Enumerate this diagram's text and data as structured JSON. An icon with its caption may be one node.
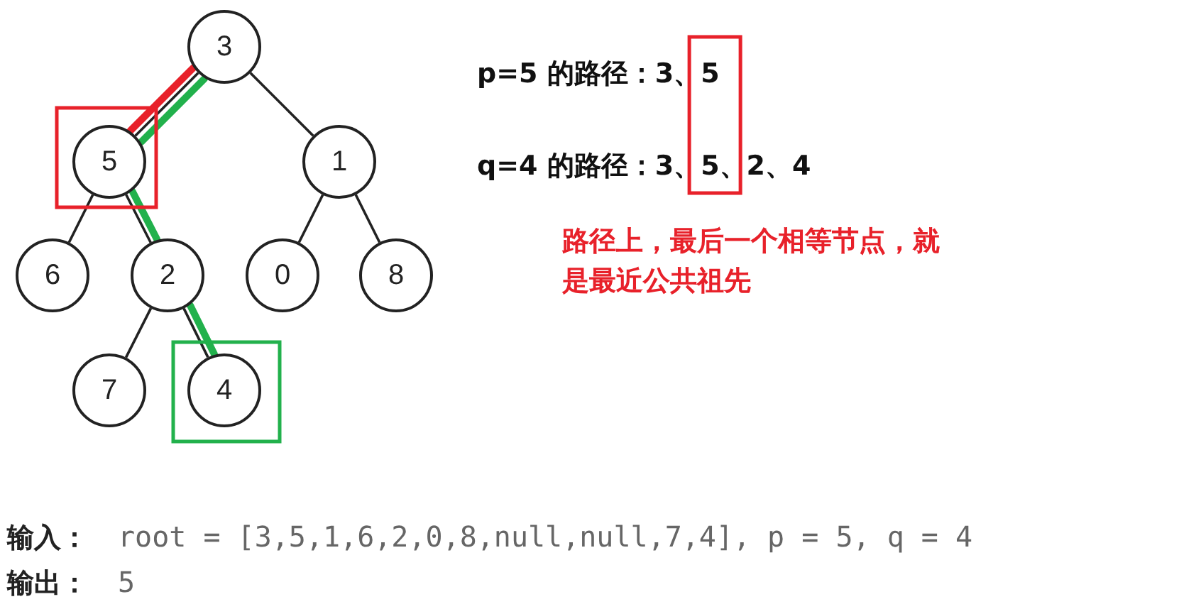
{
  "diagram": {
    "nodes": [
      {
        "text": [
          "3"
        ]
      },
      {
        "text": [
          "5"
        ]
      },
      {
        "text": [
          "1"
        ]
      },
      {
        "text": [
          "6"
        ]
      },
      {
        "text": [
          "2"
        ]
      },
      {
        "text": [
          "0"
        ]
      },
      {
        "text": [
          "8"
        ]
      },
      {
        "text": [
          "7"
        ]
      },
      {
        "text": [
          "4"
        ]
      }
    ],
    "edges": [
      {
        "from": 0,
        "to": 1,
        "arrow": "none"
      },
      {
        "from": 0,
        "to": 2,
        "arrow": "none"
      },
      {
        "from": 1,
        "to": 3,
        "arrow": "none"
      },
      {
        "from": 1,
        "to": 4,
        "arrow": "none"
      },
      {
        "from": 2,
        "to": 5,
        "arrow": "none"
      },
      {
        "from": 2,
        "to": 6,
        "arrow": "none"
      },
      {
        "from": 4,
        "to": 7,
        "arrow": "none"
      },
      {
        "from": 4,
        "to": 8,
        "arrow": "none"
      },
      {
        "from": 0,
        "to": 1,
        "arrow": "none",
        "style": "thick",
        "color": "#e8212a"
      },
      {
        "from": 0,
        "to": 1,
        "arrow": "none",
        "style": "thick",
        "color": "#22b14c"
      },
      {
        "from": 1,
        "to": 4,
        "arrow": "none",
        "style": "thick",
        "color": "#22b14c"
      },
      {
        "from": 4,
        "to": 8,
        "arrow": "none",
        "style": "thick",
        "color": "#22b14c"
      }
    ],
    "labels": [
      "p=5 的路径：3、5",
      "q=4 的路径：3、5、2、4",
      "路径上，最后一个相等节点，就是最近公共祖先",
      "输入：",
      "root = [3,5,1,6,2,0,8,null,null,7,4], p = 5, q = 4",
      "输出：",
      "5"
    ]
  }
}
